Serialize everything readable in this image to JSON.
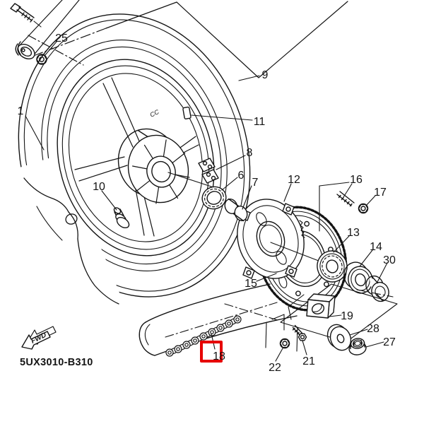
{
  "diagram": {
    "code": "5UX3010-B310",
    "fwd_label": "FWD",
    "wheel_marking": "CC",
    "background": "#ffffff",
    "line_color": "#141414",
    "highlight_color": "#e60000",
    "highlighted_part": "18",
    "parts": [
      {
        "ref": "1",
        "highlighted": false
      },
      {
        "ref": "25",
        "highlighted": false
      },
      {
        "ref": "9",
        "highlighted": false
      },
      {
        "ref": "11",
        "highlighted": false
      },
      {
        "ref": "8",
        "highlighted": false
      },
      {
        "ref": "6",
        "highlighted": false
      },
      {
        "ref": "7",
        "highlighted": false
      },
      {
        "ref": "12",
        "highlighted": false
      },
      {
        "ref": "16",
        "highlighted": false
      },
      {
        "ref": "17",
        "highlighted": false
      },
      {
        "ref": "10",
        "highlighted": false
      },
      {
        "ref": "13",
        "highlighted": false
      },
      {
        "ref": "14",
        "highlighted": false
      },
      {
        "ref": "30",
        "highlighted": false
      },
      {
        "ref": "15",
        "highlighted": false
      },
      {
        "ref": "19",
        "highlighted": false
      },
      {
        "ref": "28",
        "highlighted": false
      },
      {
        "ref": "27",
        "highlighted": false
      },
      {
        "ref": "22",
        "highlighted": false
      },
      {
        "ref": "21",
        "highlighted": false
      },
      {
        "ref": "18",
        "highlighted": true
      }
    ]
  }
}
